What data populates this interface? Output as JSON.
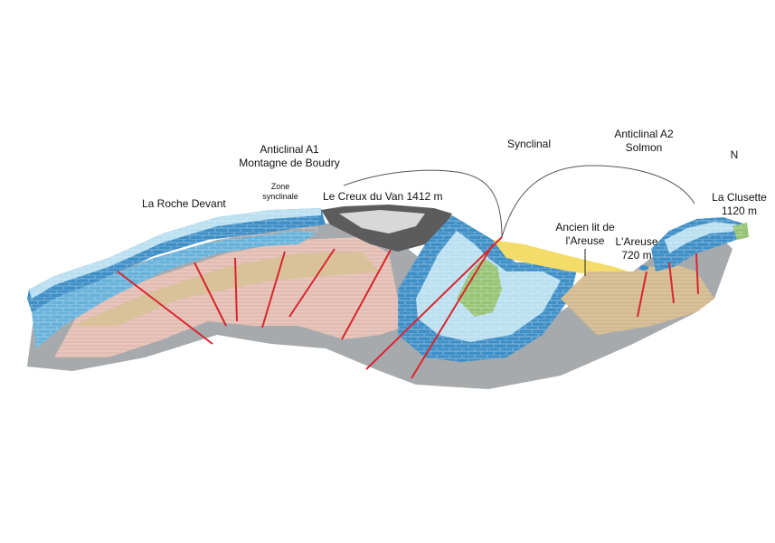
{
  "labels": {
    "anticlinal_a1": {
      "line1": "Anticlinal A1",
      "line2": "Montagne de Boudry"
    },
    "synclinal": "Synclinal",
    "anticlinal_a2": {
      "line1": "Anticlinal A2",
      "line2": "Solmon"
    },
    "north": "N",
    "zone_synclinale": {
      "line1": "Zone",
      "line2": "synclinale"
    },
    "la_roche_devant": "La Roche Devant",
    "creux_du_van": "Le Creux du Van 1412 m",
    "la_clusette": {
      "line1": "La Clusette",
      "line2": "1120 m"
    },
    "ancien_lit": {
      "line1": "Ancien lit de",
      "line2": "l'Areuse"
    },
    "areuse": {
      "line1": "L'Areuse",
      "line2": "720 m"
    }
  },
  "colors": {
    "blue_dark": "#3f8fc7",
    "blue_mid": "#67b2db",
    "blue_light": "#b9dff0",
    "grey": "#a7aaad",
    "pink": "#e9c6bd",
    "tan": "#d9c29a",
    "green": "#97c374",
    "yellow": "#f4dc6a",
    "fault_red": "#d8262d"
  }
}
